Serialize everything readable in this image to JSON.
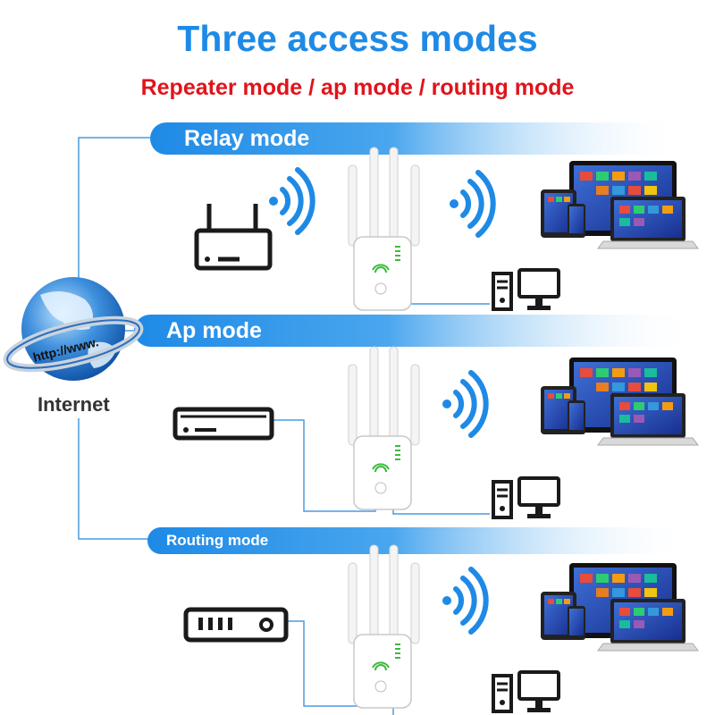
{
  "header": {
    "title": "Three access modes",
    "subtitle": "Repeater mode / ap mode / routing mode"
  },
  "modes": [
    {
      "label": "Relay mode",
      "source": "wireless-router"
    },
    {
      "label": "Ap mode",
      "source": "modem"
    },
    {
      "label": "Routing mode",
      "source": "switch"
    }
  ],
  "globe": {
    "url_text": "http://www.",
    "label": "Internet"
  },
  "colors": {
    "title": "#1e8ae6",
    "subtitle": "#e0141b",
    "banner": "#1e8ae6",
    "line": "#4a9be0",
    "device_outline": "#1a1a1a"
  }
}
